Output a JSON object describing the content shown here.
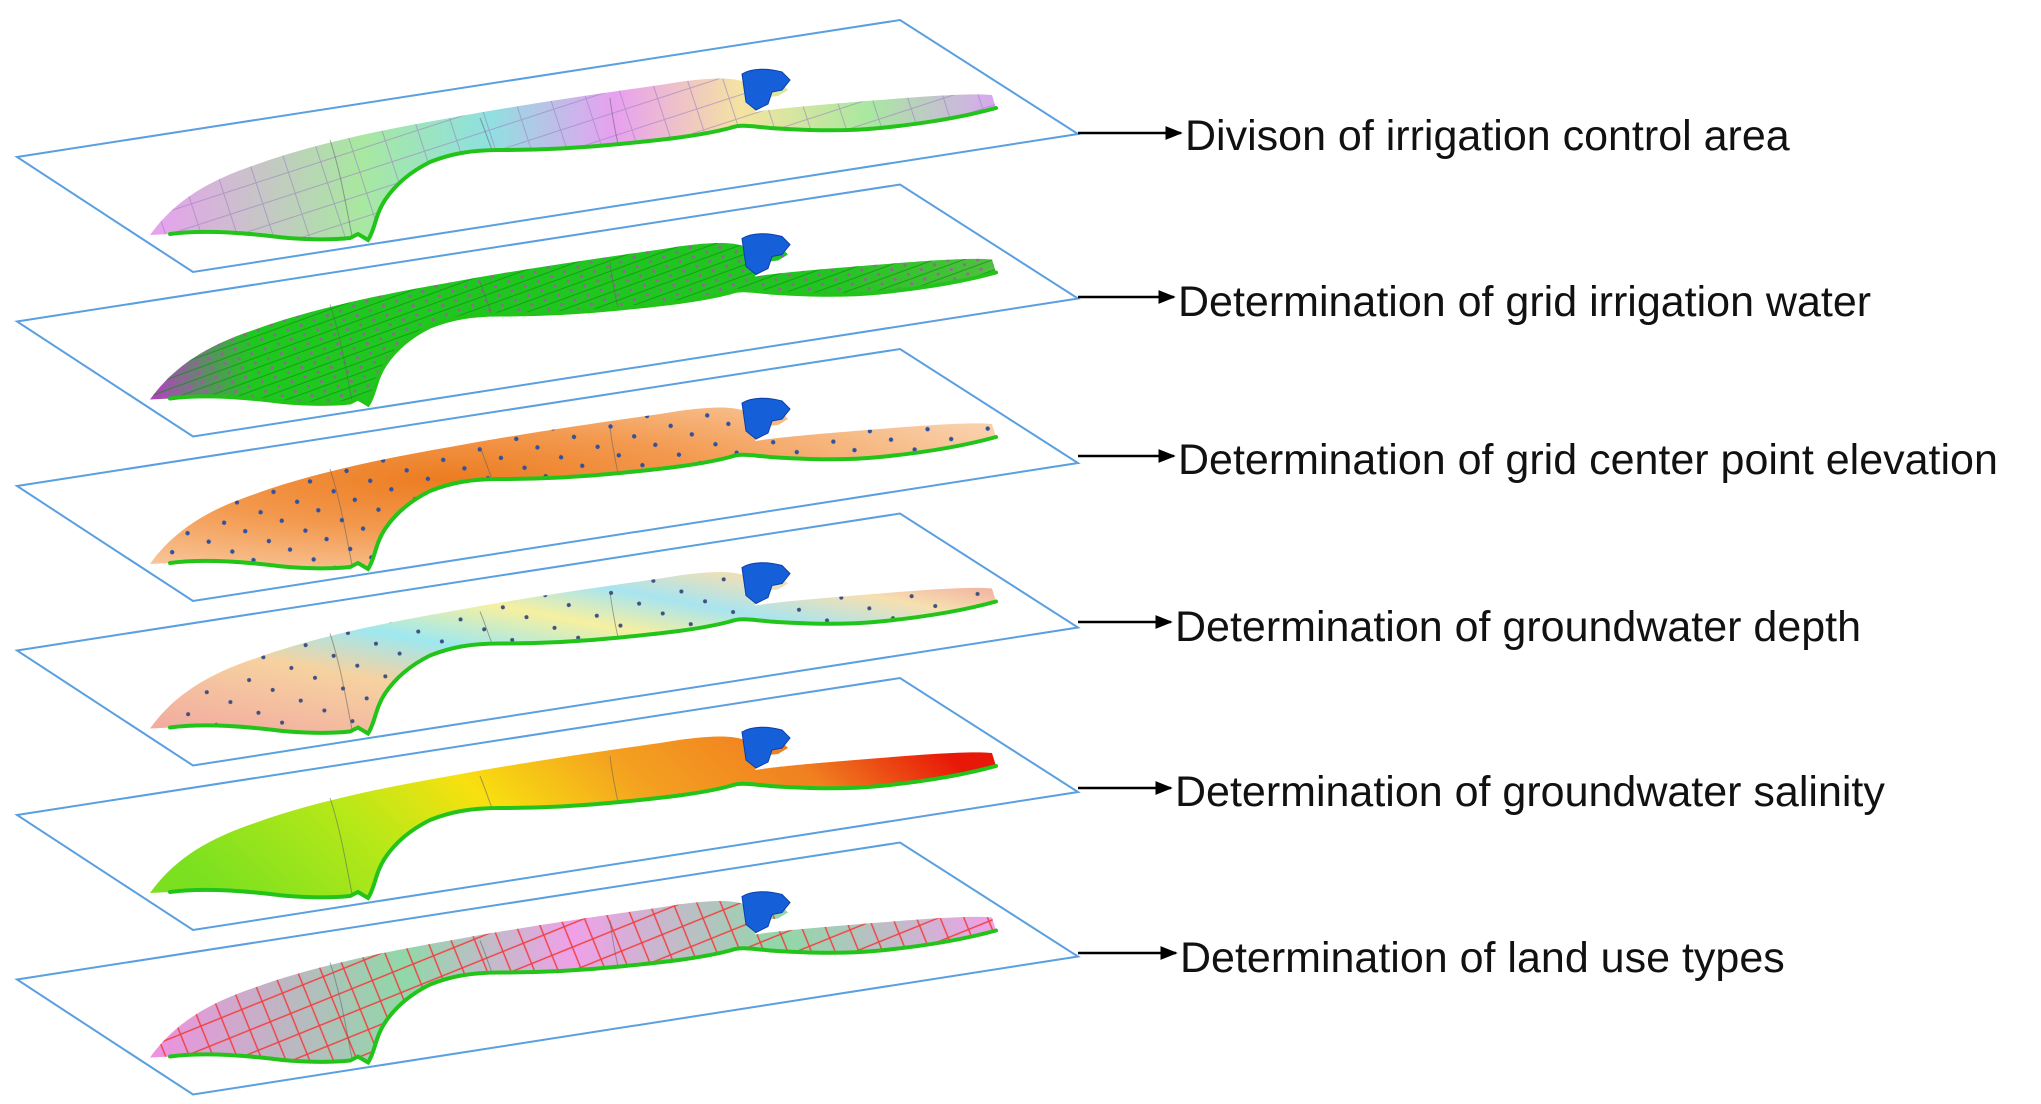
{
  "layers": [
    {
      "label": "Divison of irrigation control area",
      "theme": "zones"
    },
    {
      "label": "Determination of grid irrigation water",
      "theme": "irrigation"
    },
    {
      "label": "Determination of grid center point elevation",
      "theme": "elevation"
    },
    {
      "label": "Determination of groundwater depth",
      "theme": "depth"
    },
    {
      "label": "Determination of groundwater salinity",
      "theme": "salinity"
    },
    {
      "label": "Determination of land use types",
      "theme": "landuse"
    }
  ],
  "colors": {
    "plane_edge": "#5a9fe0",
    "boundary_green": "#22c41a",
    "lake_blue": "#1560d8",
    "arrow": "#000000",
    "zones_pink": "#e8a0f0",
    "zones_green": "#a8e8a0",
    "zones_cyan": "#8fe0e0",
    "irrigation_green": "#1fc81f",
    "irrigation_magenta": "#c040c0",
    "elevation_orange": "#f08a30",
    "elevation_peach": "#f7c398",
    "depth_pink": "#f2a8a0",
    "depth_cyan": "#9ee8f0",
    "depth_yellow": "#f6f0a0",
    "salinity_green": "#80e020",
    "salinity_yellow": "#f8e010",
    "salinity_orange": "#f08820",
    "salinity_red": "#e81808",
    "landuse_pink": "#f090e0",
    "landuse_green": "#90d8a8",
    "landuse_grid": "#f04040"
  }
}
